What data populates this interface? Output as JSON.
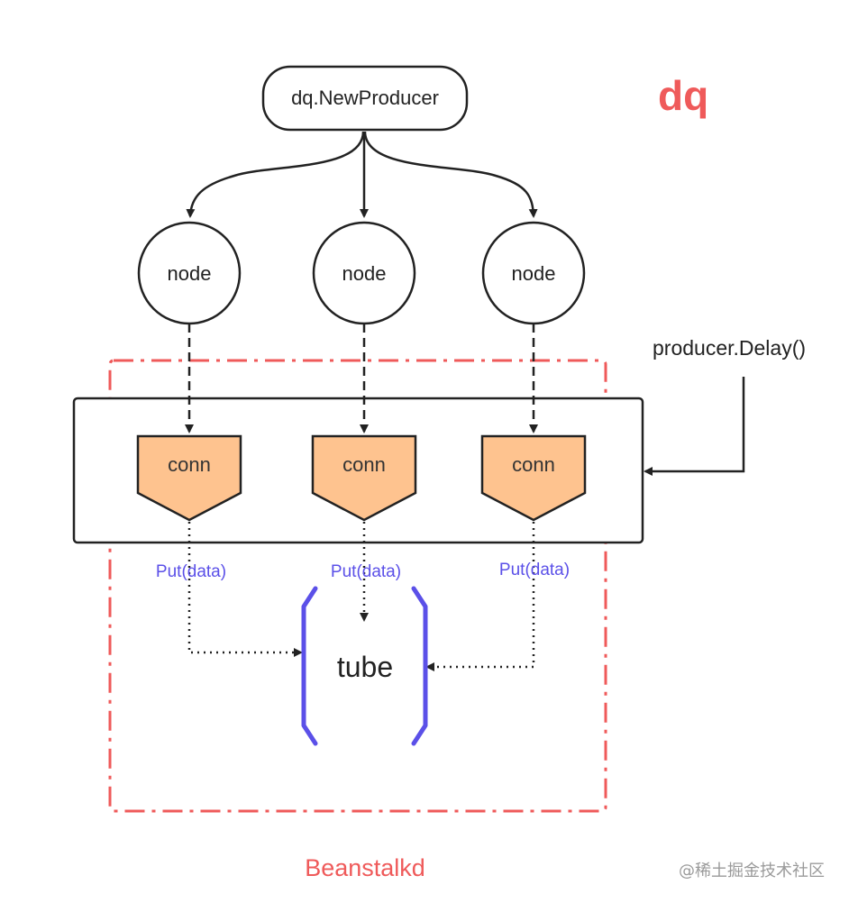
{
  "title": "dq",
  "producer": {
    "label": "dq.NewProducer"
  },
  "nodes": [
    {
      "label": "node"
    },
    {
      "label": "node"
    },
    {
      "label": "node"
    }
  ],
  "delay_call": "producer.Delay()",
  "conns": [
    {
      "label": "conn",
      "put_label": "Put(data)"
    },
    {
      "label": "conn",
      "put_label": "Put(data)"
    },
    {
      "label": "conn",
      "put_label": "Put(data)"
    }
  ],
  "tube": {
    "label": "tube"
  },
  "beanstalkd_label": "Beanstalkd",
  "watermark": "@稀土掘金技术社区",
  "colors": {
    "accent_red": "#ef5a5a",
    "put_blue": "#5b50e8",
    "bracket_blue": "#5b50e8",
    "conn_fill": "#fec38f",
    "stroke": "#222222"
  }
}
